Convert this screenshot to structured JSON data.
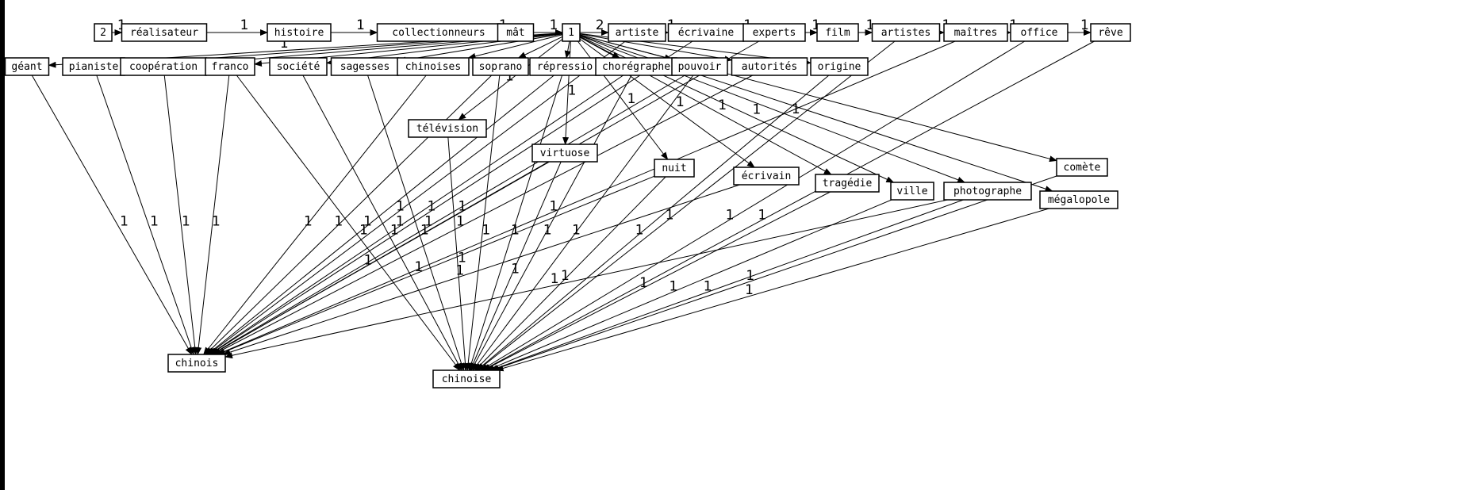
{
  "diagram": {
    "nodes": [
      {
        "id": "n2",
        "label": "2"
      },
      {
        "id": "realisateur",
        "label": "réalisateur"
      },
      {
        "id": "histoire",
        "label": "histoire"
      },
      {
        "id": "collectionneurs",
        "label": "collectionneurs"
      },
      {
        "id": "mat",
        "label": "mât"
      },
      {
        "id": "n1",
        "label": "1"
      },
      {
        "id": "artiste",
        "label": "artiste"
      },
      {
        "id": "ecrivaine",
        "label": "écrivaine"
      },
      {
        "id": "experts",
        "label": "experts"
      },
      {
        "id": "film",
        "label": "film"
      },
      {
        "id": "artistes",
        "label": "artistes"
      },
      {
        "id": "maitres",
        "label": "maîtres"
      },
      {
        "id": "office",
        "label": "office"
      },
      {
        "id": "reve",
        "label": "rêve"
      },
      {
        "id": "geant",
        "label": "géant"
      },
      {
        "id": "pianiste",
        "label": "pianiste"
      },
      {
        "id": "cooperation",
        "label": "coopération"
      },
      {
        "id": "franco",
        "label": "franco"
      },
      {
        "id": "societe",
        "label": "société"
      },
      {
        "id": "sagesses",
        "label": "sagesses"
      },
      {
        "id": "chinoises",
        "label": "chinoises"
      },
      {
        "id": "soprano",
        "label": "soprano"
      },
      {
        "id": "repression",
        "label": "répressio"
      },
      {
        "id": "choregraphe",
        "label": "chorégraphe"
      },
      {
        "id": "pouvoir",
        "label": "pouvoir"
      },
      {
        "id": "autorites",
        "label": "autorités"
      },
      {
        "id": "origine",
        "label": "origine"
      },
      {
        "id": "television",
        "label": "télévision"
      },
      {
        "id": "virtuose",
        "label": "virtuose"
      },
      {
        "id": "nuit",
        "label": "nuit"
      },
      {
        "id": "ecrivain",
        "label": "écrivain"
      },
      {
        "id": "tragedie",
        "label": "tragédie"
      },
      {
        "id": "ville",
        "label": "ville"
      },
      {
        "id": "photographe",
        "label": "photographe"
      },
      {
        "id": "comete",
        "label": "comète"
      },
      {
        "id": "megalopole",
        "label": "mégalopole"
      },
      {
        "id": "chinois",
        "label": "chinois"
      },
      {
        "id": "chinoise",
        "label": "chinoise"
      }
    ],
    "edges": [
      {
        "from": "n2",
        "to": "realisateur",
        "label": "1"
      },
      {
        "from": "realisateur",
        "to": "histoire",
        "label": "1"
      },
      {
        "from": "histoire",
        "to": "collectionneurs",
        "label": "1"
      },
      {
        "from": "collectionneurs",
        "to": "mat",
        "label": "1"
      },
      {
        "from": "mat",
        "to": "n1",
        "label": "1"
      },
      {
        "from": "n1",
        "to": "artiste",
        "label": "2"
      },
      {
        "from": "artiste",
        "to": "ecrivaine",
        "label": "1"
      },
      {
        "from": "ecrivaine",
        "to": "experts",
        "label": "1"
      },
      {
        "from": "experts",
        "to": "film",
        "label": "1"
      },
      {
        "from": "film",
        "to": "artistes",
        "label": "1"
      },
      {
        "from": "artistes",
        "to": "maitres",
        "label": "1"
      },
      {
        "from": "maitres",
        "to": "office",
        "label": "1"
      },
      {
        "from": "office",
        "to": "reve",
        "label": "1"
      },
      {
        "from": "n1",
        "to": "geant",
        "label": "1"
      },
      {
        "from": "n1",
        "to": "pianiste",
        "label": ""
      },
      {
        "from": "n1",
        "to": "cooperation",
        "label": ""
      },
      {
        "from": "n1",
        "to": "franco",
        "label": ""
      },
      {
        "from": "n1",
        "to": "societe",
        "label": ""
      },
      {
        "from": "n1",
        "to": "sagesses",
        "label": ""
      },
      {
        "from": "n1",
        "to": "chinoises",
        "label": ""
      },
      {
        "from": "n1",
        "to": "soprano",
        "label": ""
      },
      {
        "from": "n1",
        "to": "repression",
        "label": ""
      },
      {
        "from": "n1",
        "to": "choregraphe",
        "label": ""
      },
      {
        "from": "n1",
        "to": "pouvoir",
        "label": ""
      },
      {
        "from": "n1",
        "to": "autorites",
        "label": ""
      },
      {
        "from": "n1",
        "to": "origine",
        "label": ""
      },
      {
        "from": "n1",
        "to": "television",
        "label": "1"
      },
      {
        "from": "n1",
        "to": "virtuose",
        "label": "1"
      },
      {
        "from": "n1",
        "to": "nuit",
        "label": "1"
      },
      {
        "from": "n1",
        "to": "ecrivain",
        "label": "1"
      },
      {
        "from": "n1",
        "to": "tragedie",
        "label": "1"
      },
      {
        "from": "n1",
        "to": "ville",
        "label": "1"
      },
      {
        "from": "n1",
        "to": "photographe",
        "label": "1"
      },
      {
        "from": "n1",
        "to": "comete",
        "label": ""
      },
      {
        "from": "n1",
        "to": "megalopole",
        "label": ""
      },
      {
        "from": "geant",
        "to": "chinois",
        "label": "1"
      },
      {
        "from": "pianiste",
        "to": "chinois",
        "label": "1"
      },
      {
        "from": "cooperation",
        "to": "chinois",
        "label": "1"
      },
      {
        "from": "franco",
        "to": "chinois",
        "label": "1"
      },
      {
        "from": "franco",
        "to": "chinoise",
        "label": "1"
      },
      {
        "from": "societe",
        "to": "chinoise",
        "label": "1"
      },
      {
        "from": "sagesses",
        "to": "chinoise",
        "label": "1"
      },
      {
        "from": "chinoises",
        "to": "chinois",
        "label": "1"
      },
      {
        "from": "soprano",
        "to": "chinoise",
        "label": "1"
      },
      {
        "from": "soprano",
        "to": "chinois",
        "label": "1"
      },
      {
        "from": "repression",
        "to": "chinois",
        "label": "1"
      },
      {
        "from": "repression",
        "to": "chinoise",
        "label": "1"
      },
      {
        "from": "choregraphe",
        "to": "chinois",
        "label": "1"
      },
      {
        "from": "choregraphe",
        "to": "chinoise",
        "label": "1"
      },
      {
        "from": "pouvoir",
        "to": "chinois",
        "label": "1"
      },
      {
        "from": "pouvoir",
        "to": "chinoise",
        "label": "1"
      },
      {
        "from": "autorites",
        "to": "chinois",
        "label": "1"
      },
      {
        "from": "origine",
        "to": "chinoise",
        "label": "1"
      },
      {
        "from": "television",
        "to": "chinoise",
        "label": "1"
      },
      {
        "from": "virtuose",
        "to": "chinois",
        "label": "1"
      },
      {
        "from": "virtuose",
        "to": "chinoise",
        "label": "1"
      },
      {
        "from": "nuit",
        "to": "chinois",
        "label": "1"
      },
      {
        "from": "nuit",
        "to": "chinoise",
        "label": "1"
      },
      {
        "from": "ecrivain",
        "to": "chinois",
        "label": "1"
      },
      {
        "from": "tragedie",
        "to": "chinoise",
        "label": "1"
      },
      {
        "from": "ville",
        "to": "chinoise",
        "label": "1"
      },
      {
        "from": "photographe",
        "to": "chinois",
        "label": "1"
      },
      {
        "from": "photographe",
        "to": "chinoise",
        "label": "1"
      },
      {
        "from": "megalopole",
        "to": "chinoise",
        "label": "1"
      },
      {
        "from": "comete",
        "to": "chinoise",
        "label": "1"
      },
      {
        "from": "artiste",
        "to": "chinois",
        "label": "1"
      },
      {
        "from": "ecrivaine",
        "to": "chinois",
        "label": "1"
      },
      {
        "from": "experts",
        "to": "chinois",
        "label": "1"
      },
      {
        "from": "artistes",
        "to": "chinoise",
        "label": "1"
      },
      {
        "from": "maitres",
        "to": "chinois",
        "label": "1"
      },
      {
        "from": "office",
        "to": "chinoise",
        "label": "1"
      },
      {
        "from": "reve",
        "to": "chinoise",
        "label": "1"
      }
    ]
  }
}
